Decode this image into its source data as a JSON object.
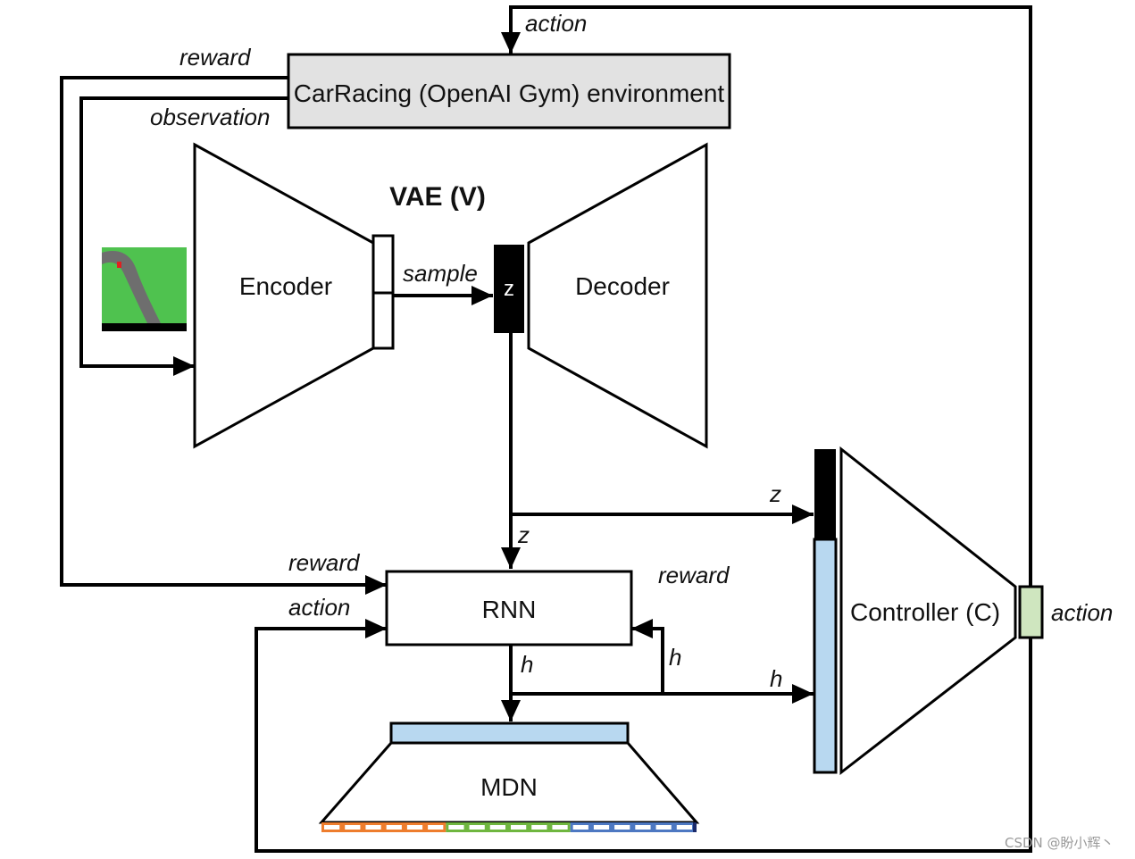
{
  "environment": {
    "label": "CarRacing (OpenAI Gym) environment"
  },
  "vae": {
    "title": "VAE (V)",
    "encoder_label": "Encoder",
    "decoder_label": "Decoder",
    "z_label": "z"
  },
  "rnn": {
    "label": "RNN"
  },
  "mdn": {
    "label": "MDN"
  },
  "controller": {
    "label": "Controller (C)"
  },
  "edge_labels": {
    "action_top": "action",
    "reward_env": "reward",
    "observation": "observation",
    "sample": "sample",
    "z_to_rnn": "z",
    "z_to_controller": "z",
    "reward_in": "reward",
    "action_in": "action",
    "reward_out": "reward",
    "h_down": "h",
    "h_loop": "h",
    "h_to_controller": "h",
    "action_out": "action"
  },
  "colors": {
    "env_fill": "#e2e2e2",
    "light_blue": "#b8d8f0",
    "action_green": "#cfe6bf",
    "mdn_orange": "#ee7d2d",
    "mdn_green": "#6fb63f",
    "mdn_blue": "#4d78c2",
    "track_green": "#4fc24f",
    "track_gray": "#6e6e6e"
  },
  "watermark": "CSDN @盼小辉丶"
}
